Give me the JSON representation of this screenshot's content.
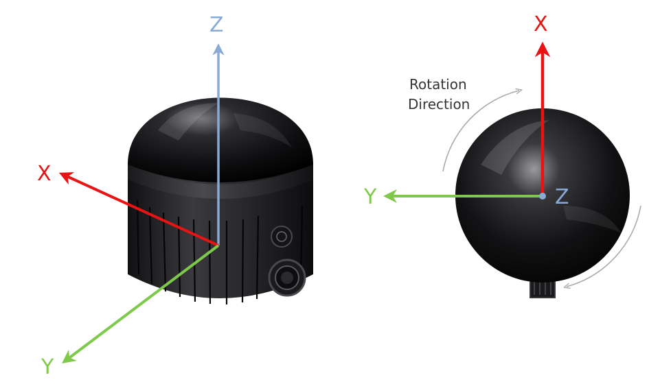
{
  "left_figure": {
    "axes": {
      "z_label": "Z",
      "x_label": "X",
      "y_label": "Y"
    }
  },
  "right_figure": {
    "axes": {
      "x_label": "X",
      "y_label": "Y",
      "z_label": "Z"
    },
    "rotation_caption_line1": "Rotation",
    "rotation_caption_line2": "Direction"
  },
  "colors": {
    "x_axis": "#e81414",
    "y_axis": "#7fc94a",
    "z_axis": "#8aaad6",
    "device_body": "#1e1e20",
    "dome": "#101012",
    "rotation_arrow": "#aaaaaa"
  }
}
